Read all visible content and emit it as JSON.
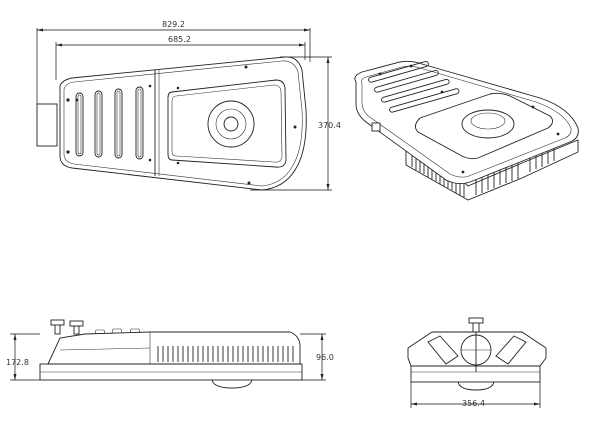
{
  "dimensions": {
    "overall_length": "829.2",
    "body_length": "685.2",
    "plan_width": "370.4",
    "side_left_height": "172.8",
    "side_right_height": "96.0",
    "front_width": "356.4"
  }
}
